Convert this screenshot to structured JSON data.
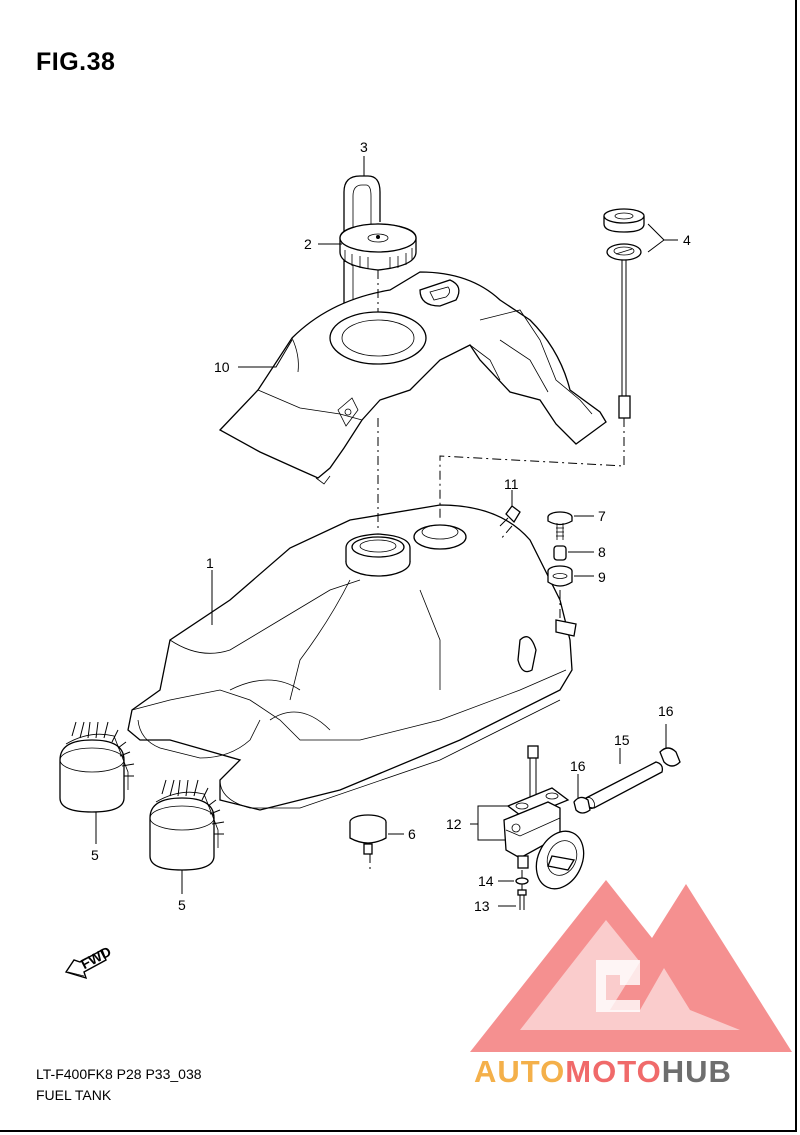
{
  "figure": {
    "title": "FIG.38"
  },
  "footer": {
    "code": "LT-F400FK8 P28 P33_038",
    "name": "FUEL TANK"
  },
  "callouts": {
    "c1": "1",
    "c2": "2",
    "c3": "3",
    "c4": "4",
    "c5a": "5",
    "c5b": "5",
    "c6": "6",
    "c7": "7",
    "c8": "8",
    "c9": "9",
    "c10": "10",
    "c11": "11",
    "c12": "12",
    "c13": "13",
    "c14": "14",
    "c15": "15",
    "c16a": "16",
    "c16b": "16"
  },
  "fwd_arrow": {
    "label": "FWD"
  },
  "watermark": {
    "brand_part1": "AUTO",
    "brand_part2": "MOTO",
    "brand_part3": "HUB",
    "colors": {
      "triangle": "#f26b6b",
      "auto": "#f4b04a",
      "moto": "#f06a6a",
      "hub": "#6e6e6e"
    }
  }
}
